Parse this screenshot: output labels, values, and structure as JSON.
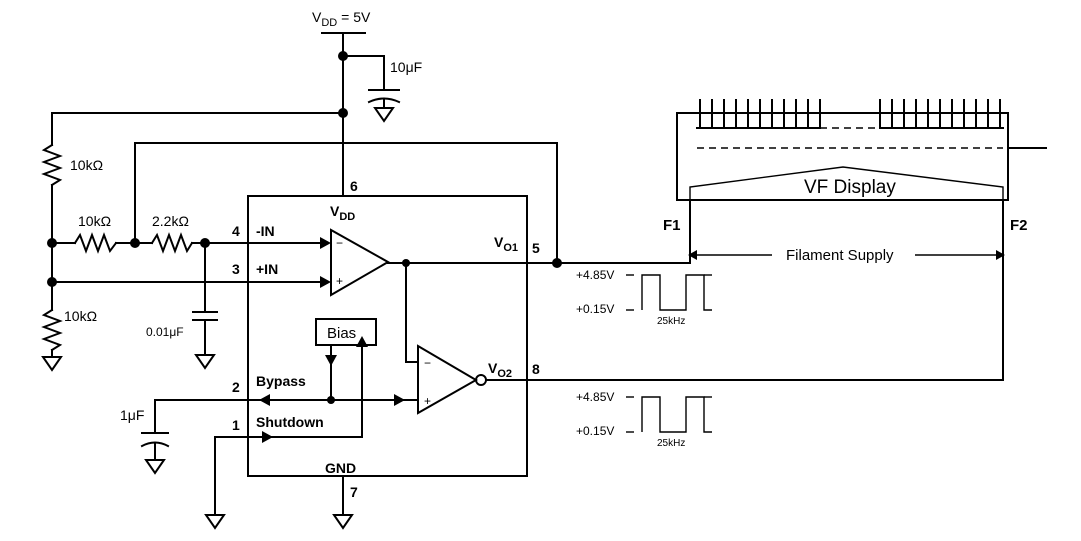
{
  "supply": {
    "label": "V",
    "sub": "DD",
    "suffix": " = 5V"
  },
  "components": {
    "c_vdd": "10μF",
    "r_top": "10kΩ",
    "r_mid": "10kΩ",
    "r_series": "2.2kΩ",
    "r_bottom": "10kΩ",
    "c_filter": "0.01μF",
    "c_bypass": "1μF"
  },
  "pins": {
    "p6": "6",
    "vdd": "V",
    "vdd_sub": "DD",
    "p4": "4",
    "in_minus": "-IN",
    "p3": "3",
    "in_plus": "+IN",
    "p2": "2",
    "bypass": "Bypass",
    "p1": "1",
    "shutdown": "Shutdown",
    "gnd": "GND",
    "p7": "7",
    "p5": "5",
    "vo1": "V",
    "vo1_sub": "O1",
    "p8": "8",
    "vo2": "V",
    "vo2_sub": "O2"
  },
  "bias_label": "Bias",
  "amp_signs": {
    "minus": "−",
    "plus": "+"
  },
  "display": {
    "title": "VF Display",
    "f1": "F1",
    "f2": "F2",
    "filament": "Filament Supply"
  },
  "waveforms": [
    {
      "high": "+4.85V",
      "low": "+0.15V",
      "freq": "25kHz"
    },
    {
      "high": "+4.85V",
      "low": "+0.15V",
      "freq": "25kHz"
    }
  ]
}
